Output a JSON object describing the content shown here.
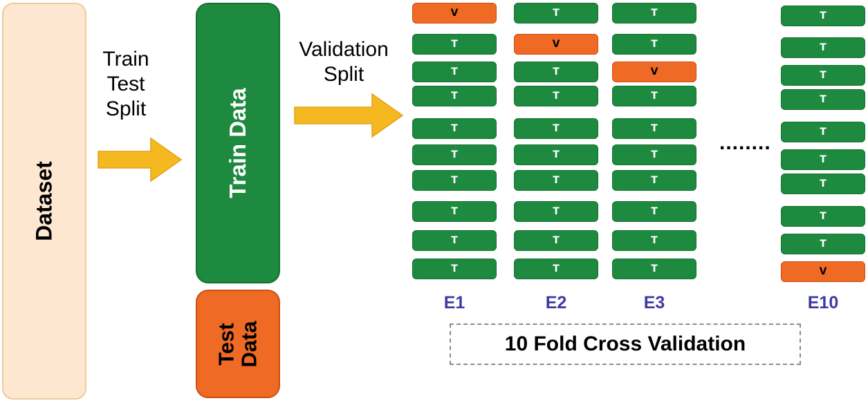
{
  "dataset": {
    "label": "Dataset"
  },
  "split1": {
    "lines": [
      "Train",
      "Test",
      "Split"
    ]
  },
  "train_data": {
    "label": "Train Data"
  },
  "test_data": {
    "lines": [
      "Test",
      "Data"
    ]
  },
  "split2": {
    "lines": [
      "Validation",
      "Split"
    ]
  },
  "folds": {
    "train_glyph": "T",
    "val_glyph": "V",
    "experiments": [
      {
        "label": "E1",
        "val_index": 0
      },
      {
        "label": "E2",
        "val_index": 1
      },
      {
        "label": "E3",
        "val_index": 2
      },
      {
        "label": "E10",
        "val_index": 9
      }
    ]
  },
  "ellipsis": "........",
  "cv": {
    "label": "10 Fold Cross Validation"
  },
  "colors": {
    "train": "#1d8a3f",
    "validation": "#ef6a25",
    "dataset": "#fde7d1",
    "arrow": "#f5b820",
    "experiment_label": "#3f3aa0"
  }
}
